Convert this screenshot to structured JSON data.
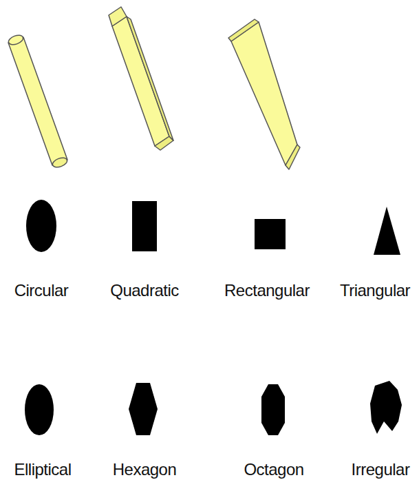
{
  "diagram": {
    "labels": [
      "Circular",
      "Quadratic",
      "Rectangular",
      "Triangular",
      "Elliptical",
      "Hexagon",
      "Octagon",
      "Irregular"
    ]
  }
}
